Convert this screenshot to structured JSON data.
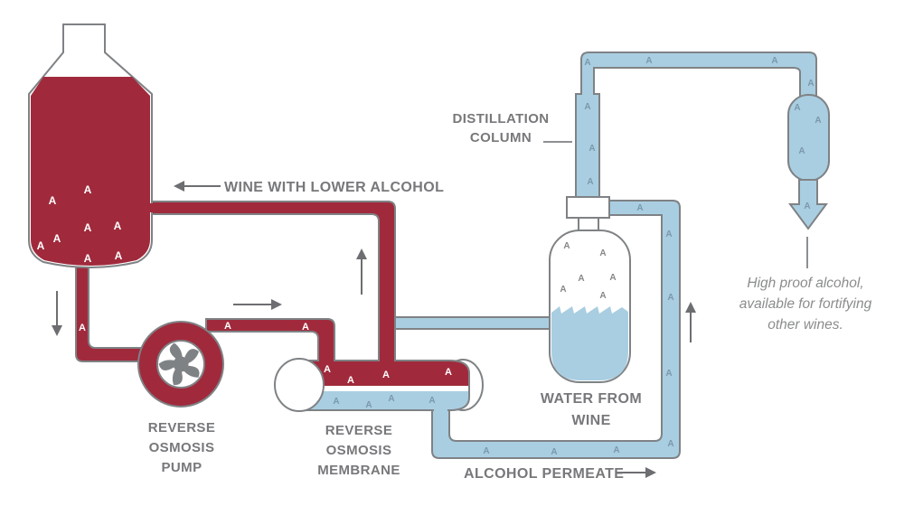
{
  "labels": {
    "wine_lower_alcohol": "WINE WITH LOWER ALCOHOL",
    "distillation_line1": "DISTILLATION",
    "distillation_line2": "COLUMN",
    "pump_line1": "REVERSE",
    "pump_line2": "OSMOSIS",
    "pump_line3": "PUMP",
    "membrane_line1": "REVERSE",
    "membrane_line2": "OSMOSIS",
    "membrane_line3": "MEMBRANE",
    "permeate": "ALCOHOL PERMEATE",
    "water_line1": "WATER FROM",
    "water_line2": "WINE",
    "high_proof_line1": "High proof alcohol,",
    "high_proof_line2": "available for fortifying",
    "high_proof_line3": "other wines."
  },
  "marker": {
    "glyph": "A"
  },
  "colors": {
    "wine_red": "#a02a3c",
    "permeate_blue": "#a9cee1",
    "outline_gray": "#7f8285",
    "label_gray": "#77787b",
    "arrow_gray": "#6d6e71",
    "marker_on_red": "#ffffff",
    "marker_on_blue": "#7b98ab"
  }
}
